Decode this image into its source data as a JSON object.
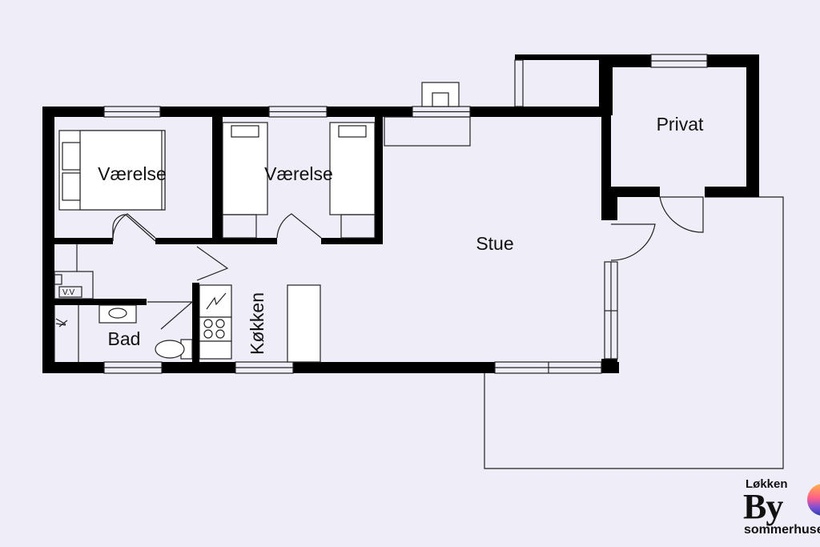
{
  "rooms": {
    "bedroom1": "Værelse",
    "bedroom2": "Værelse",
    "living": "Stue",
    "private": "Privat",
    "bath": "Bad",
    "kitchen": "Køkken"
  },
  "fixtures": {
    "vv_label": "V.V"
  },
  "logo": {
    "line1": "Løkken",
    "line2": "By",
    "line3": "sommerhuse"
  },
  "colors": {
    "background": "#efedf8",
    "wall": "#000000",
    "furniture": "#ffffff"
  }
}
